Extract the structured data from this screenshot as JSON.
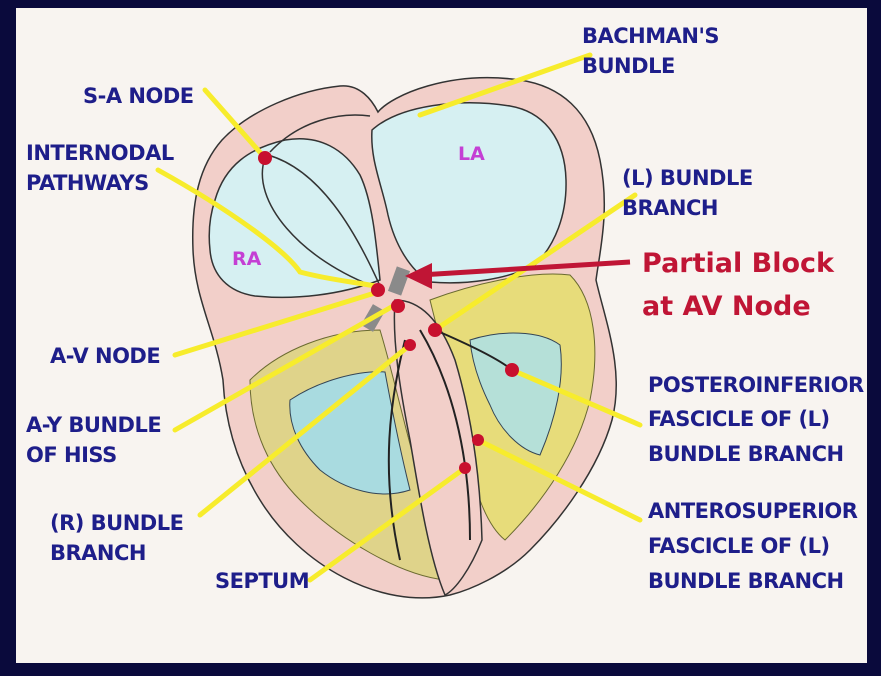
{
  "colors": {
    "background": "#0a0a3c",
    "panel": "#f8f4f0",
    "label": "#1e1e8a",
    "highlight_label": "#c01535",
    "chamber_label": "#c43fd4",
    "pointer_line": "#f7ec2c",
    "node_marker": "#c8102e",
    "heart_wall": "#f2cfc9",
    "atrium_fill": "#d6f0f2"
  },
  "chambers": {
    "ra": "RA",
    "la": "LA"
  },
  "labels": {
    "sa_node": "S-A NODE",
    "internodal_1": "INTERNODAL",
    "internodal_2": "PATHWAYS",
    "bachman_1": "BACHMAN'S",
    "bachman_2": "BUNDLE",
    "l_bundle_1": "(L) BUNDLE",
    "l_bundle_2": "BRANCH",
    "partial_block_1": "Partial Block",
    "partial_block_2": "at AV Node",
    "av_node": "A-V NODE",
    "av_bundle_1": "A-Y BUNDLE",
    "av_bundle_2": "OF HISS",
    "r_bundle_1": "(R) BUNDLE",
    "r_bundle_2": "BRANCH",
    "septum": "SEPTUM",
    "posteroinferior_1": "POSTEROINFERIOR",
    "posteroinferior_2": "FASCICLE OF (L)",
    "posteroinferior_3": "BUNDLE BRANCH",
    "anterosuperior_1": "ANTEROSUPERIOR",
    "anterosuperior_2": "FASCICLE OF (L)",
    "anterosuperior_3": "BUNDLE BRANCH"
  }
}
